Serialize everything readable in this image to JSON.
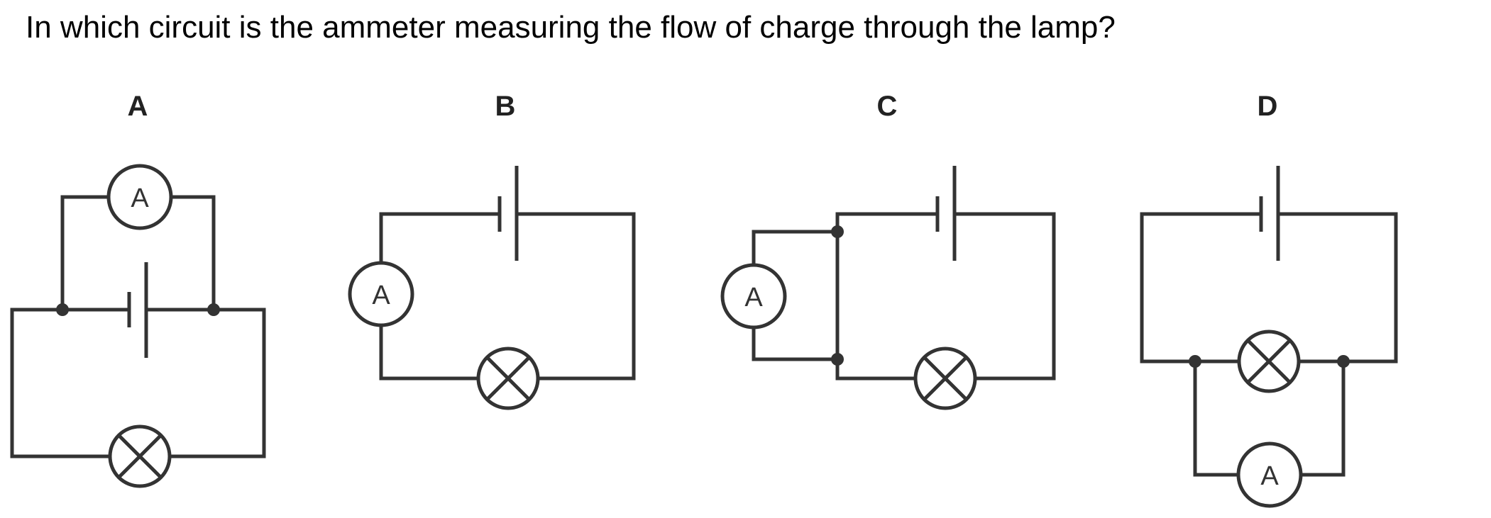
{
  "question": "In which circuit is the ammeter measuring the flow of charge through the lamp?",
  "circuits": [
    {
      "label": "A",
      "meter_symbol": "A"
    },
    {
      "label": "B",
      "meter_symbol": "A"
    },
    {
      "label": "C",
      "meter_symbol": "A"
    },
    {
      "label": "D",
      "meter_symbol": "A"
    }
  ],
  "colors": {
    "line": "#333333",
    "background": "#ffffff"
  }
}
